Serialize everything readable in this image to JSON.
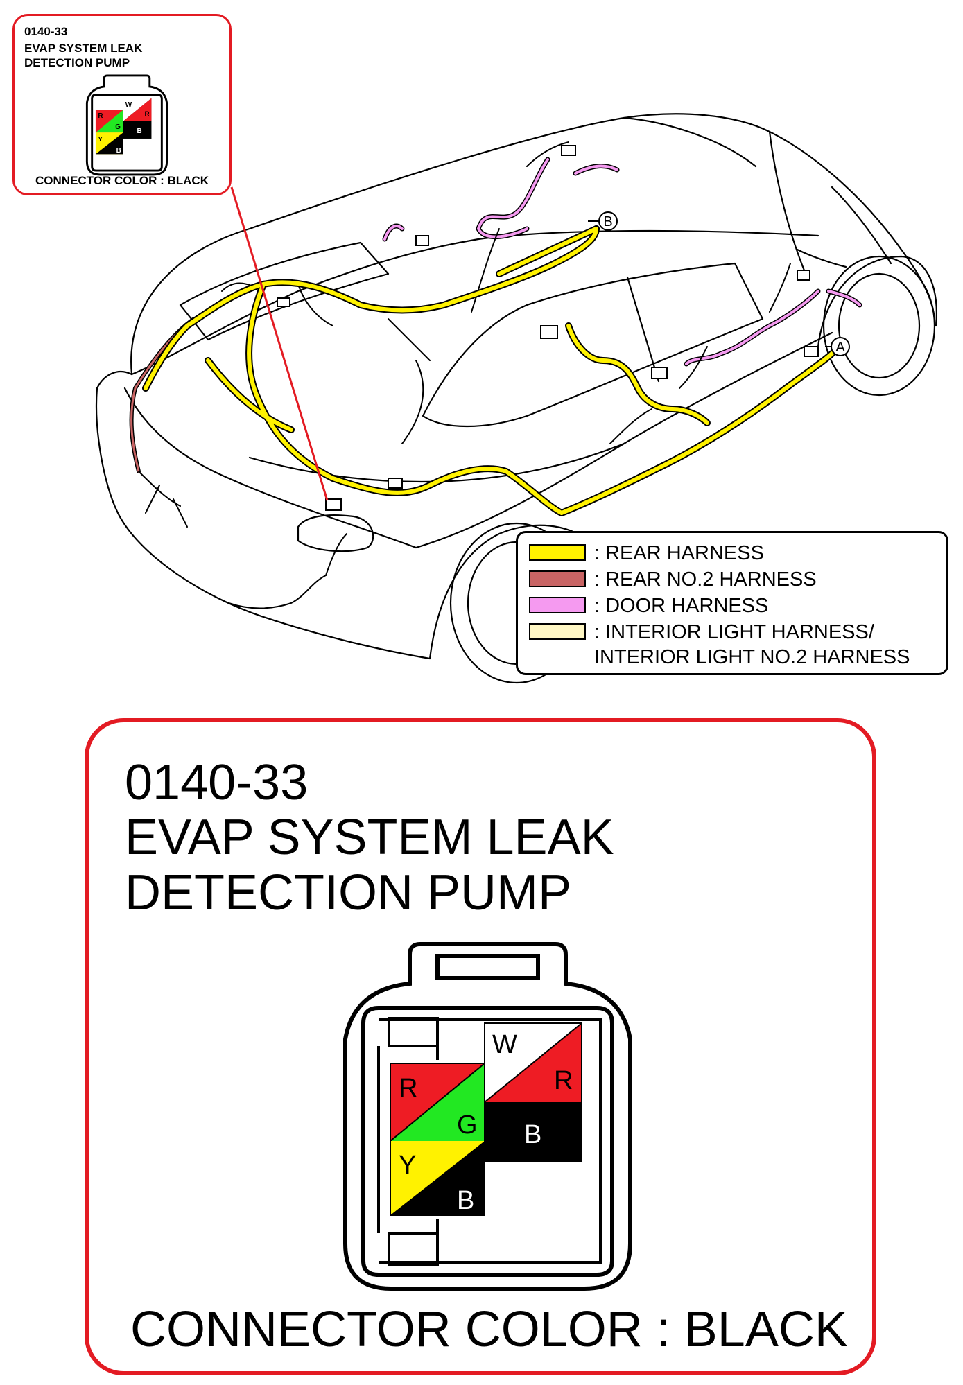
{
  "callout_small": {
    "code": "0140-33",
    "name": "EVAP SYSTEM LEAK DETECTION PUMP",
    "connector_color": "CONNECTOR COLOR : BLACK"
  },
  "callout_big": {
    "code": "0140-33",
    "name": "EVAP SYSTEM LEAK DETECTION PUMP",
    "connector_color": "CONNECTOR COLOR : BLACK"
  },
  "connector_pins": [
    {
      "id": "pin1",
      "letters": [
        "R",
        "G"
      ],
      "colors": [
        "#ee1c24",
        "#22e822"
      ]
    },
    {
      "id": "pin2",
      "letters": [
        "W",
        "R"
      ],
      "colors": [
        "#ffffff",
        "#ee1c24"
      ]
    },
    {
      "id": "pin3",
      "letters": [
        "Y",
        "B"
      ],
      "colors": [
        "#fff200",
        "#000000"
      ]
    },
    {
      "id": "pin4",
      "letters": [
        "B"
      ],
      "colors": [
        "#000000"
      ]
    }
  ],
  "markers": {
    "a": "A",
    "b": "B"
  },
  "legend": [
    {
      "label": ": REAR HARNESS",
      "color": "#fff200"
    },
    {
      "label": ": REAR NO.2 HARNESS",
      "color": "#c86464"
    },
    {
      "label": ": DOOR HARNESS",
      "color": "#f59af0"
    },
    {
      "label": ": INTERIOR LIGHT HARNESS/",
      "color": "#fff7c4"
    },
    {
      "label": "INTERIOR LIGHT NO.2 HARNESS",
      "color": ""
    }
  ],
  "colors": {
    "callout_border": "#e31b23",
    "rear_harness": "#fff200",
    "rear_no2_harness": "#c86464",
    "door_harness": "#f59af0",
    "interior_light_harness": "#fff7c4"
  }
}
